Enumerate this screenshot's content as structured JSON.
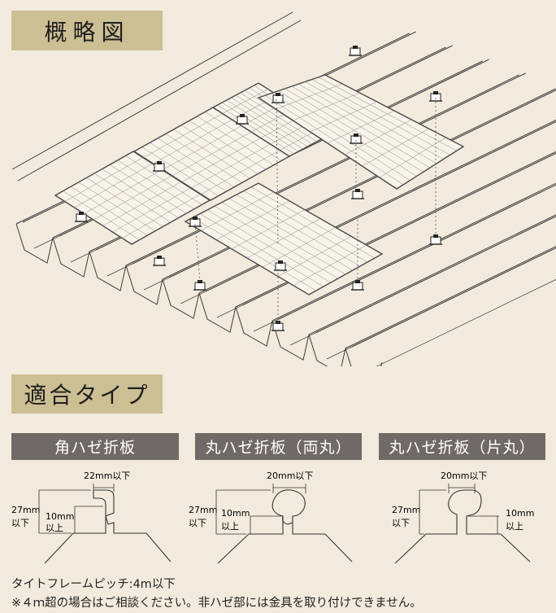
{
  "overview_title": "概略図",
  "types_title": "適合タイプ",
  "types": [
    {
      "label": "角ハゼ折板",
      "width_label": "22mm以下",
      "height_label": [
        "27mm",
        "以下"
      ],
      "inner_label": [
        "10mm",
        "以上"
      ]
    },
    {
      "label": "丸ハゼ折板（両丸）",
      "width_label": "20mm以下",
      "height_label": [
        "27mm",
        "以下"
      ],
      "inner_label": [
        "10mm",
        "以上"
      ]
    },
    {
      "label": "丸ハゼ折板（片丸）",
      "width_label": "20mm以下",
      "height_label": [
        "27mm",
        "以下"
      ],
      "inner_label": [
        "10mm",
        "以上"
      ]
    }
  ],
  "note_1": "タイトフレームピッチ:4m以下",
  "note_2": "※４ｍ超の場合はご相談ください。非ハゼ部には金具を取り付けできません。",
  "colors": {
    "background": "#f2ebdd",
    "badge": "#cdbf94",
    "type_header": "#6f6a66",
    "line": "#3a3a3a"
  }
}
